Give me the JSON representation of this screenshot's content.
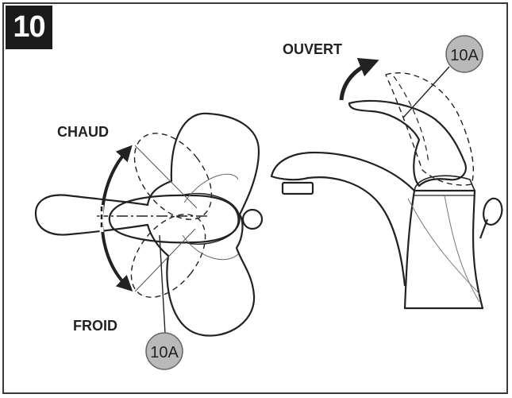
{
  "step": {
    "number": "10"
  },
  "left_view": {
    "hot_label": "CHAUD",
    "cold_label": "FROID",
    "callout": "10A"
  },
  "right_view": {
    "open_label": "OUVERT",
    "callout": "10A"
  },
  "colors": {
    "line": "#222222",
    "callout_fill": "#b9b9b9",
    "badge_fill": "#1b1b1b"
  }
}
